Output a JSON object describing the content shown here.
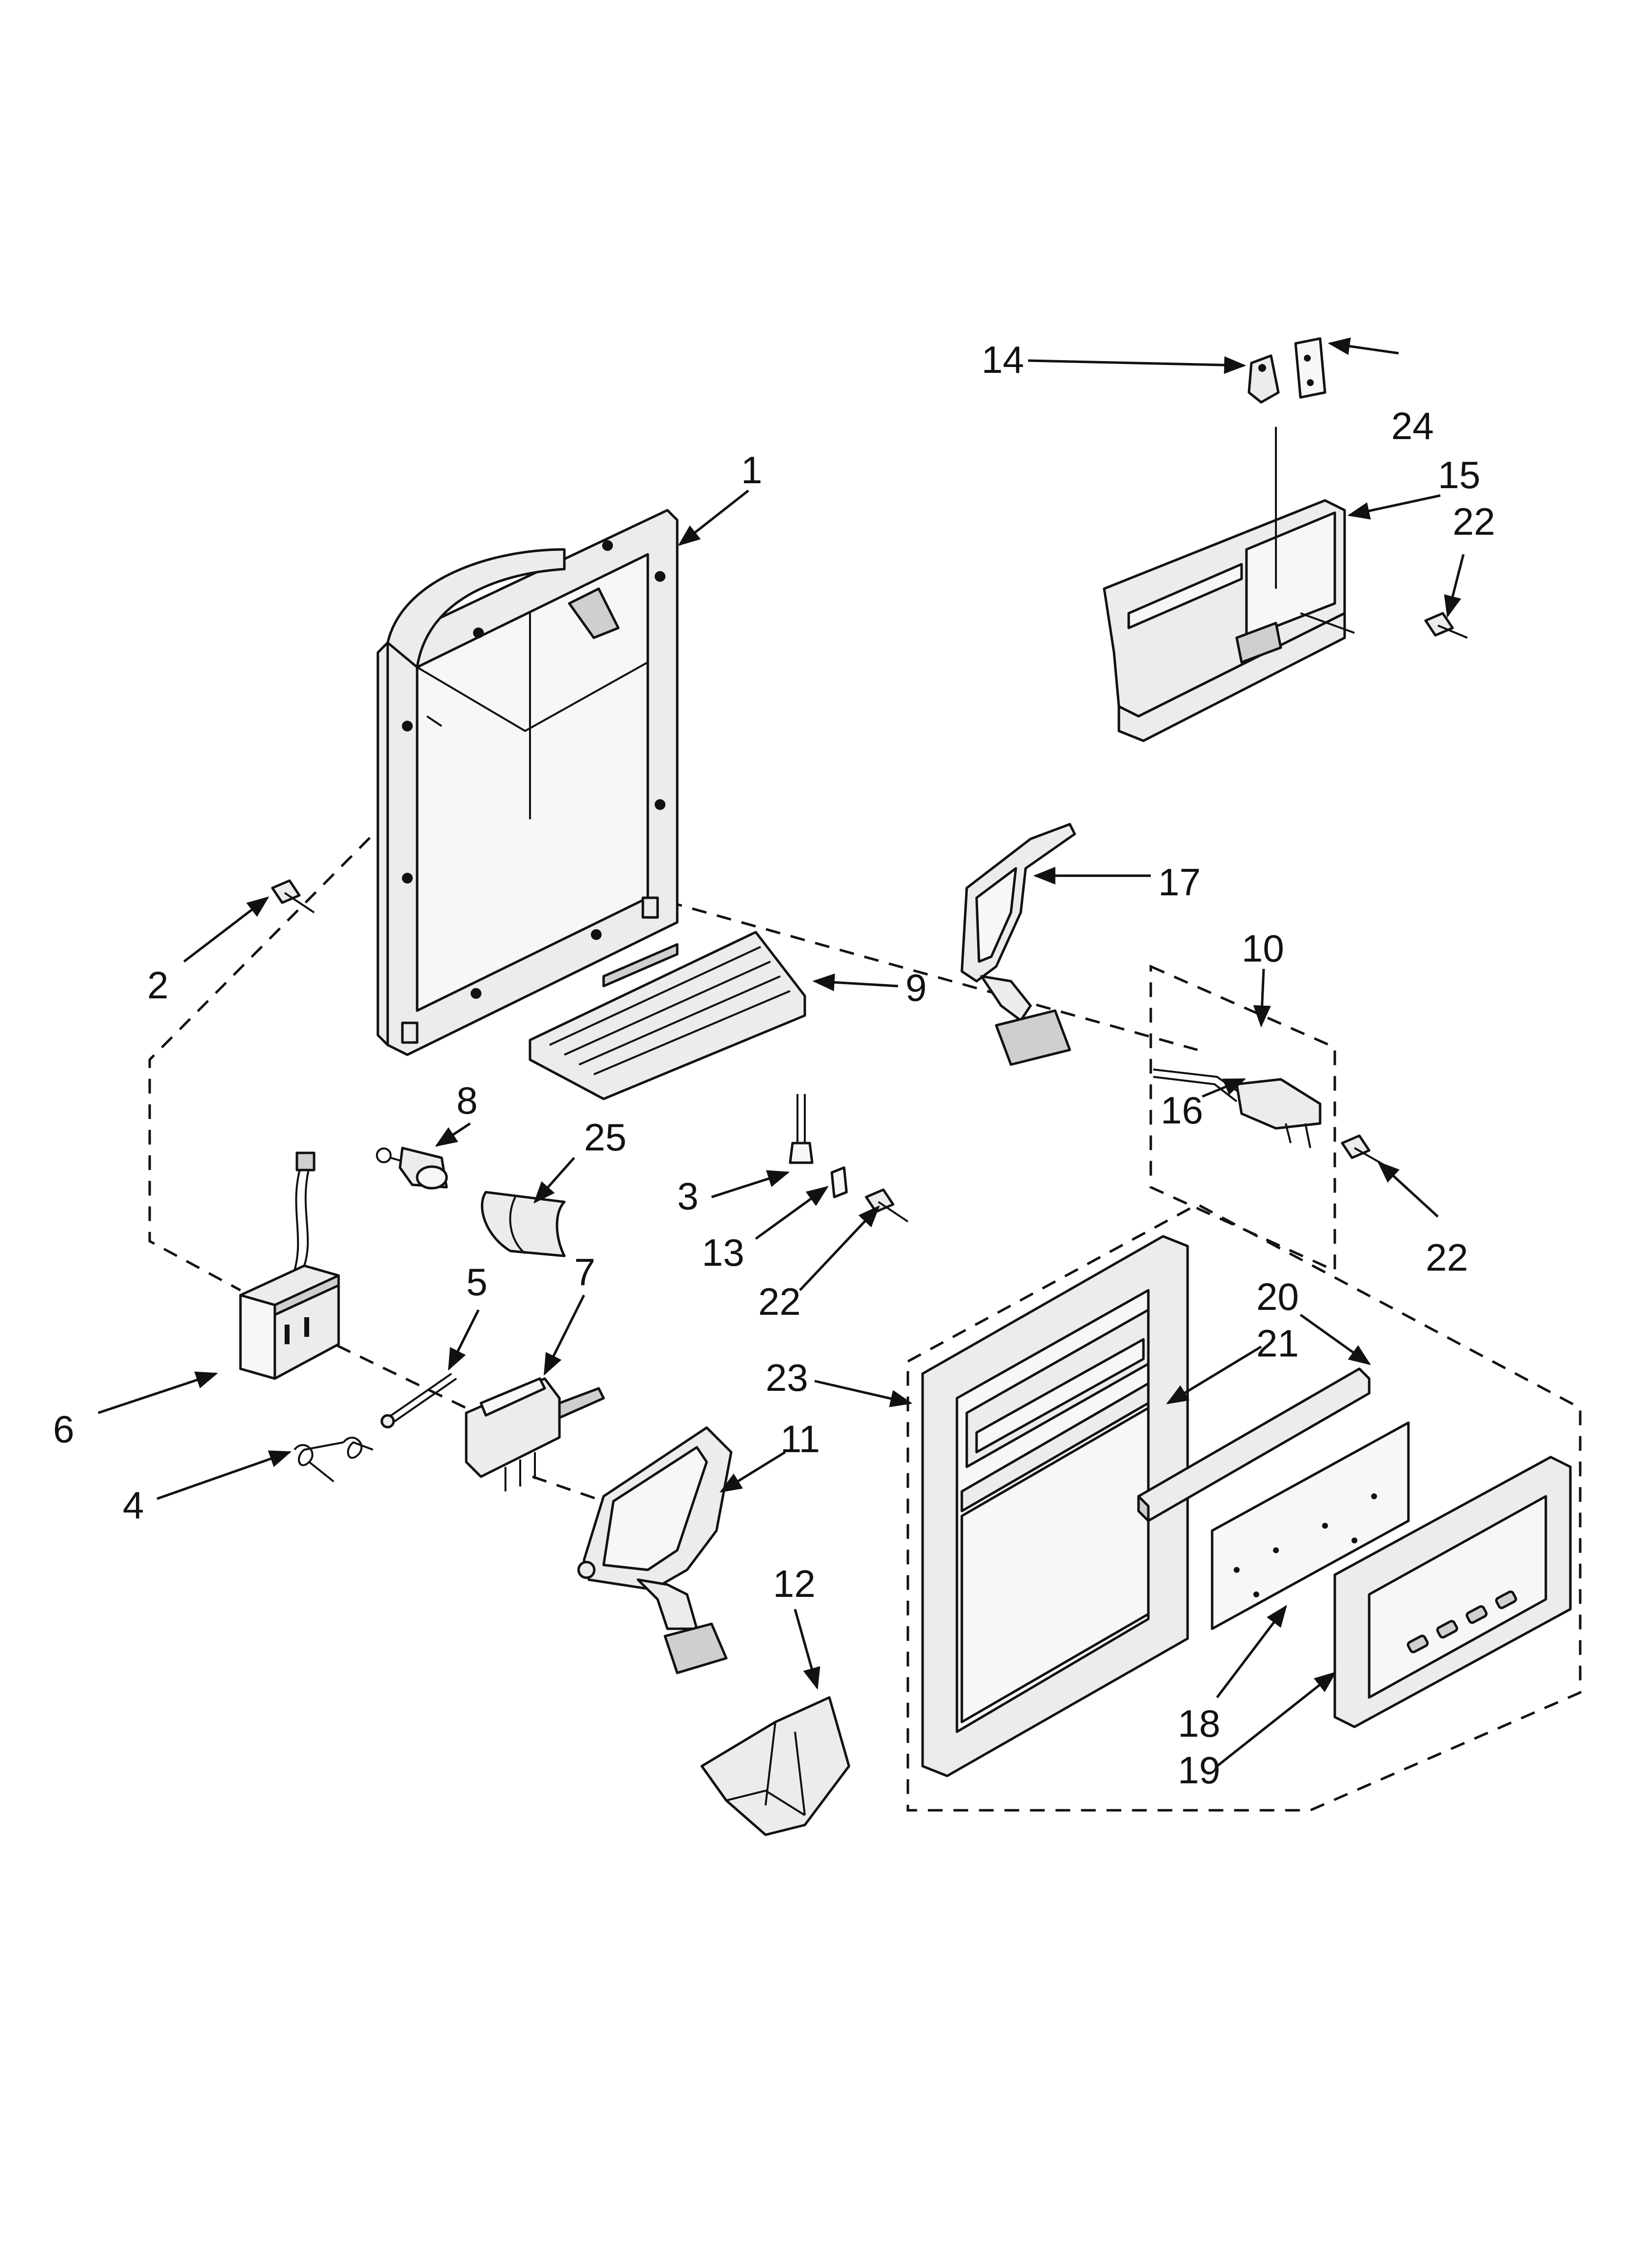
{
  "diagram": {
    "callouts": [
      "1",
      "2",
      "3",
      "4",
      "5",
      "6",
      "7",
      "8",
      "9",
      "10",
      "11",
      "12",
      "13",
      "14",
      "15",
      "16",
      "17",
      "18",
      "19",
      "20",
      "21",
      "22",
      "22",
      "22",
      "23",
      "24",
      "25"
    ]
  },
  "colors": {
    "line": "#111111",
    "part_fill": "#ececec",
    "background": "#ffffff"
  }
}
